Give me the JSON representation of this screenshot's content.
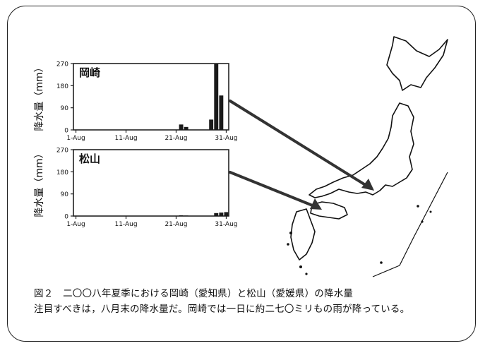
{
  "chart_data": [
    {
      "type": "bar",
      "panel_label": "岡崎",
      "ylabel": "降水量（mm）",
      "ylim": [
        0,
        270
      ],
      "yticks": [
        "0",
        "90",
        "180",
        "270"
      ],
      "xticks": [
        "1-Aug",
        "11-Aug",
        "21-Aug",
        "31-Aug"
      ],
      "x_days": [
        1,
        11,
        21,
        31
      ],
      "days": [
        1,
        2,
        3,
        4,
        5,
        6,
        7,
        8,
        9,
        10,
        11,
        12,
        13,
        14,
        15,
        16,
        17,
        18,
        19,
        20,
        21,
        22,
        23,
        24,
        25,
        26,
        27,
        28,
        29,
        30,
        31
      ],
      "values": [
        0,
        0,
        0,
        0,
        0,
        0,
        0,
        0,
        0,
        0,
        0,
        0,
        0,
        0,
        0,
        0,
        0,
        0,
        0,
        0,
        0,
        22,
        12,
        0,
        0,
        0,
        0,
        42,
        268,
        140,
        0
      ]
    },
    {
      "type": "bar",
      "panel_label": "松山",
      "ylabel": "降水量（mm）",
      "ylim": [
        0,
        270
      ],
      "yticks": [
        "0",
        "90",
        "180",
        "270"
      ],
      "xticks": [
        "1-Aug",
        "11-Aug",
        "21-Aug",
        "31-Aug"
      ],
      "x_days": [
        1,
        11,
        21,
        31
      ],
      "days": [
        1,
        2,
        3,
        4,
        5,
        6,
        7,
        8,
        9,
        10,
        11,
        12,
        13,
        14,
        15,
        16,
        17,
        18,
        19,
        20,
        21,
        22,
        23,
        24,
        25,
        26,
        27,
        28,
        29,
        30,
        31
      ],
      "values": [
        0,
        0,
        0,
        0,
        0,
        0,
        0,
        0,
        0,
        0,
        0,
        0,
        0,
        0,
        0,
        0,
        0,
        0,
        0,
        0,
        0,
        3,
        2,
        0,
        0,
        0,
        0,
        0,
        12,
        14,
        16
      ]
    }
  ],
  "caption": {
    "line1": "図２　二〇〇八年夏季における岡崎（愛知県）と松山（愛媛県）の降水量",
    "line2": "注目すべきは，八月末の降水量だ。岡崎では一日に約二七〇ミリもの雨が降っている。"
  },
  "colors": {
    "bar": "#1a1a1a",
    "frame": "#222222",
    "panel_bg": "#ffffff"
  }
}
